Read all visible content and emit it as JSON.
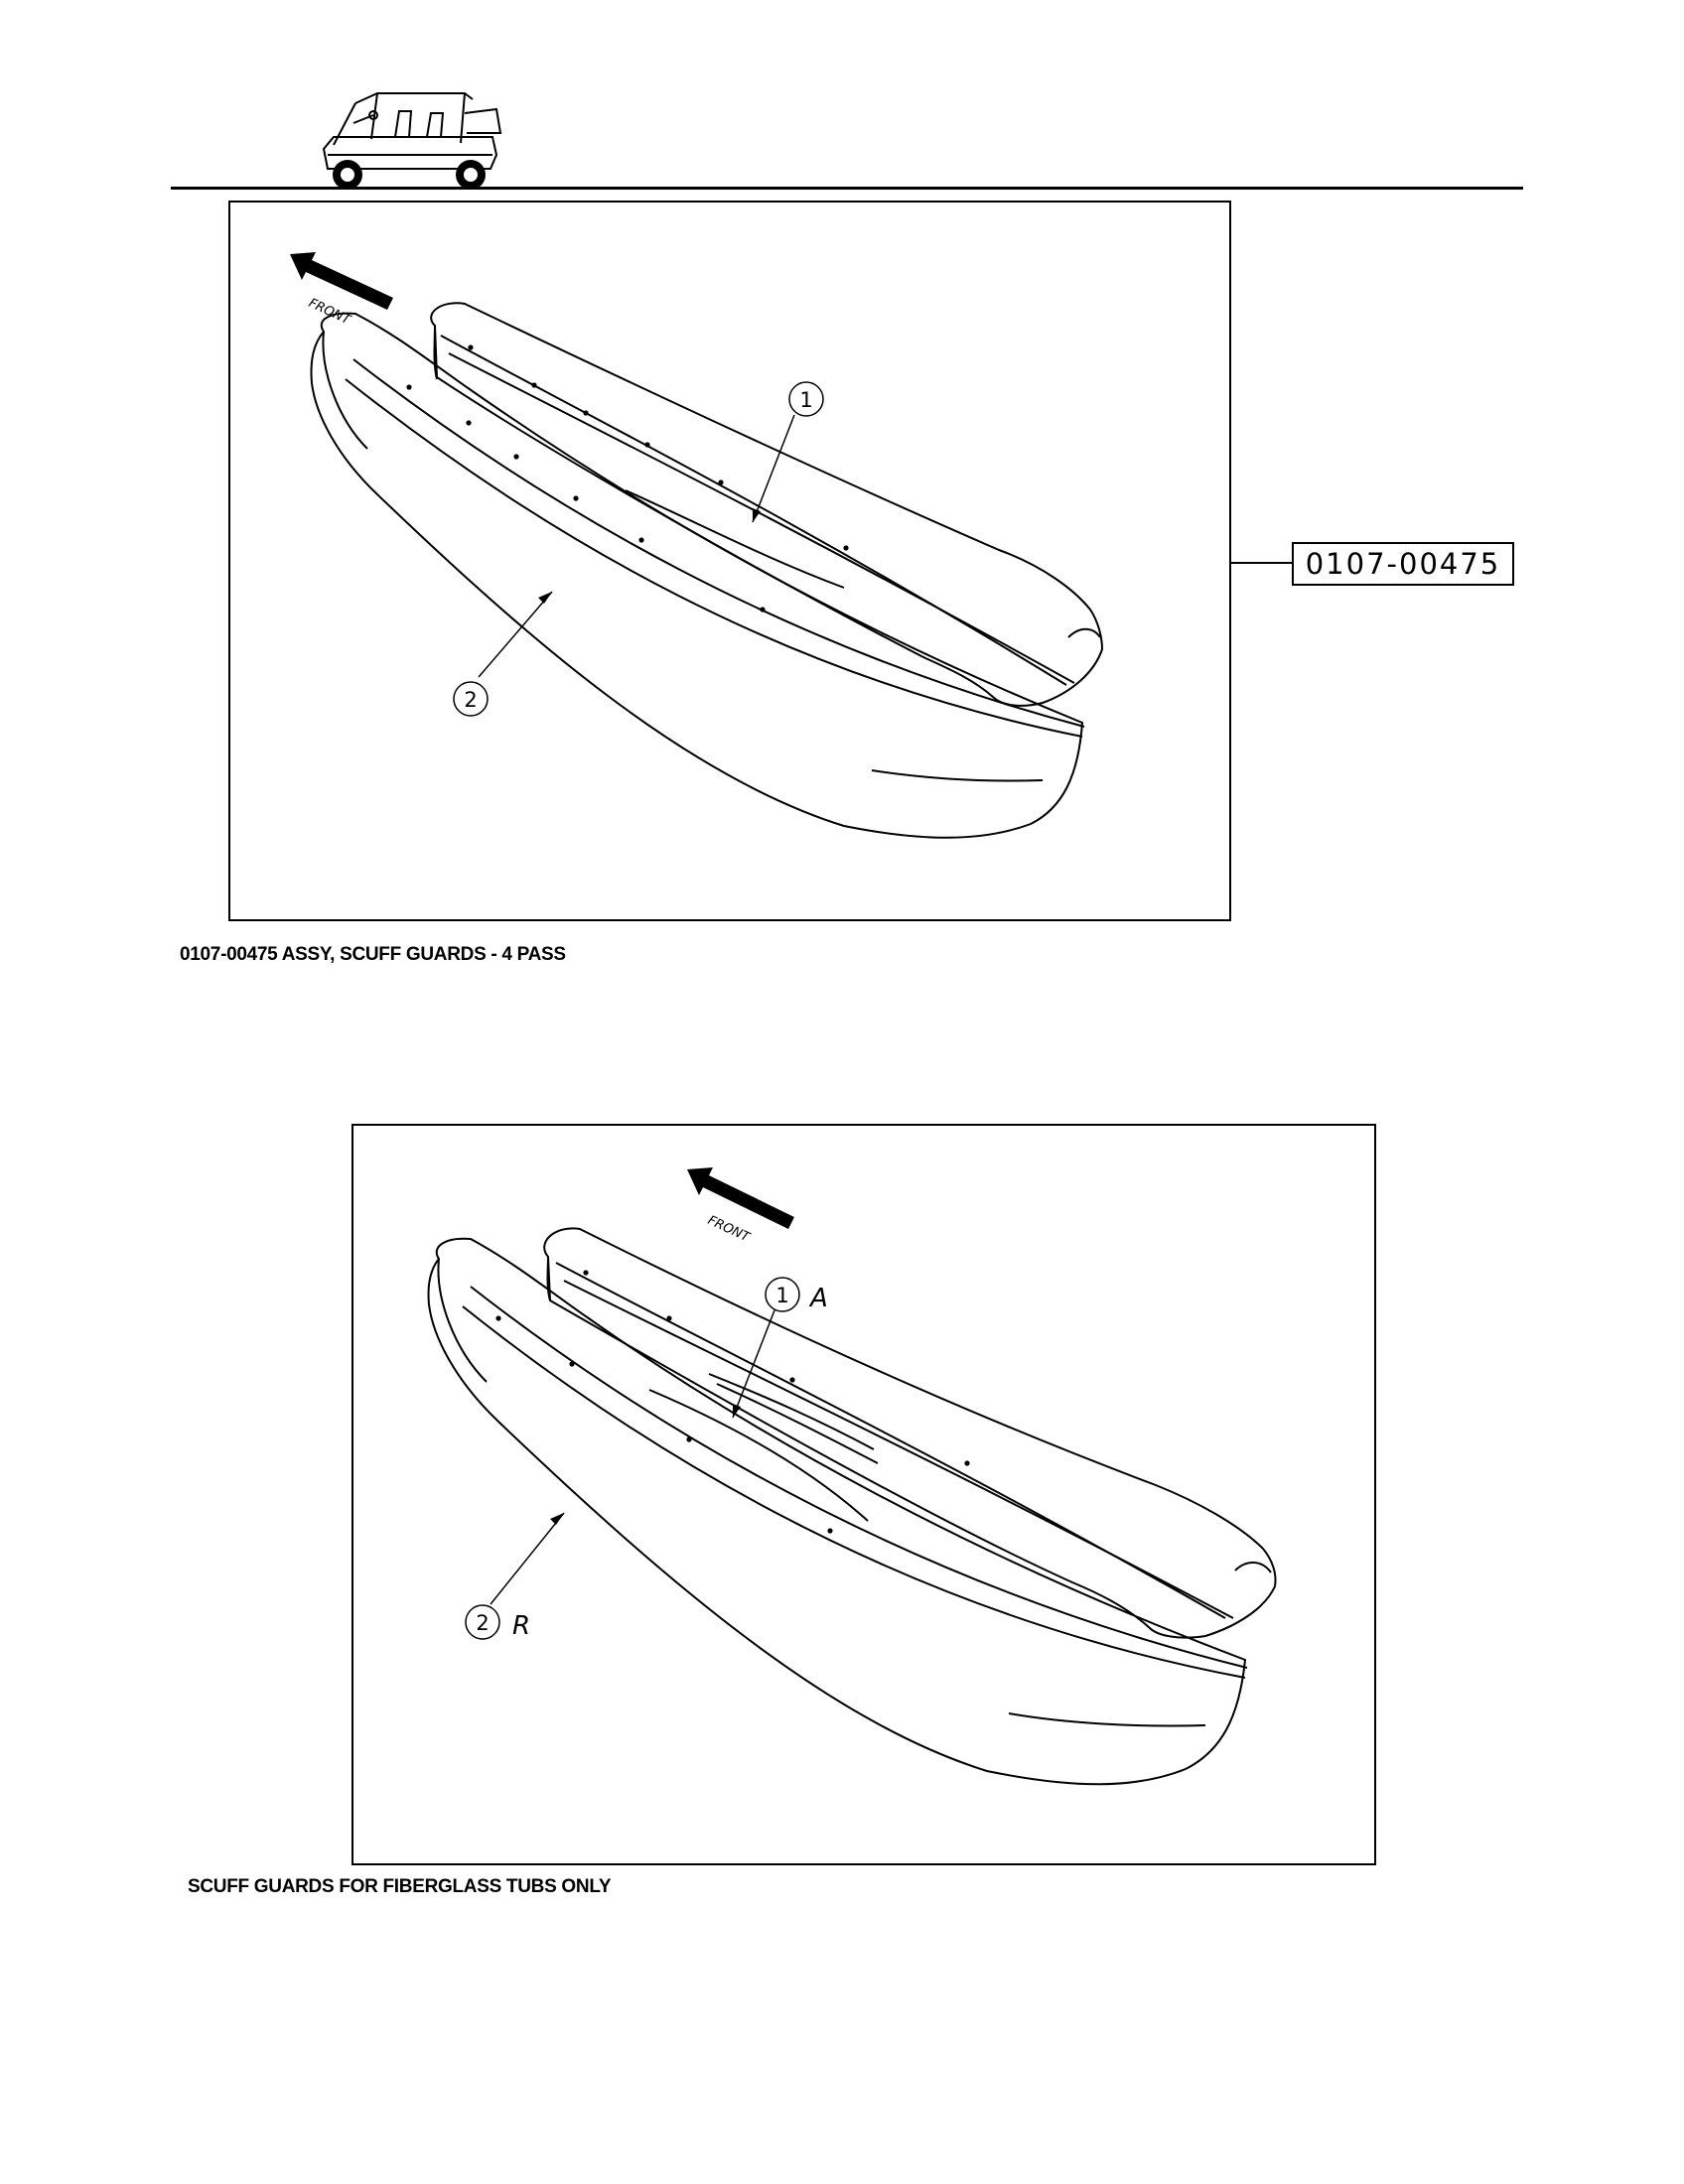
{
  "header": {
    "logo_icon": "electric-vehicle-icon"
  },
  "diagram_1": {
    "direction_label": "FRONT",
    "callouts": [
      {
        "number": "1"
      },
      {
        "number": "2"
      }
    ],
    "part_number_box": "0107-00475",
    "caption": "0107-00475 ASSY, SCUFF GUARDS - 4 PASS"
  },
  "diagram_2": {
    "direction_label": "FRONT",
    "callouts": [
      {
        "number": "1",
        "handwritten_note": "A"
      },
      {
        "number": "2",
        "handwritten_note": "R"
      }
    ],
    "caption": "SCUFF GUARDS FOR FIBERGLASS TUBS ONLY"
  }
}
